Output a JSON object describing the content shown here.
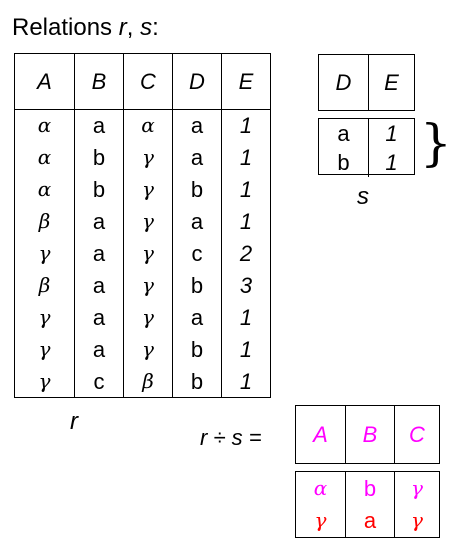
{
  "title": {
    "prefix": "Relations ",
    "r": "r",
    "sep": ", ",
    "s": "s",
    "suffix": ":"
  },
  "r": {
    "label": "r",
    "headers": [
      "A",
      "B",
      "C",
      "D",
      "E"
    ],
    "rows": [
      [
        "α",
        "a",
        "α",
        "a",
        "1"
      ],
      [
        "α",
        "b",
        "γ",
        "a",
        "1"
      ],
      [
        "α",
        "b",
        "γ",
        "b",
        "1"
      ],
      [
        "β",
        "a",
        "γ",
        "a",
        "1"
      ],
      [
        "γ",
        "a",
        "γ",
        "c",
        "2"
      ],
      [
        "β",
        "a",
        "γ",
        "b",
        "3"
      ],
      [
        "γ",
        "a",
        "γ",
        "a",
        "1"
      ],
      [
        "γ",
        "a",
        "γ",
        "b",
        "1"
      ],
      [
        "γ",
        "c",
        "β",
        "b",
        "1"
      ]
    ]
  },
  "s": {
    "label": "s",
    "headers": [
      "D",
      "E"
    ],
    "rows": [
      [
        "a",
        "1"
      ],
      [
        "b",
        "1"
      ]
    ],
    "brace": "}"
  },
  "result": {
    "label": "r ÷ s =",
    "headers": [
      "A",
      "B",
      "C"
    ],
    "rows": [
      [
        "α",
        "b",
        "γ"
      ],
      [
        "γ",
        "a",
        "γ"
      ]
    ]
  },
  "colors": {
    "magenta": "#ff00ff",
    "red": "#ff0000",
    "black": "#000000"
  }
}
